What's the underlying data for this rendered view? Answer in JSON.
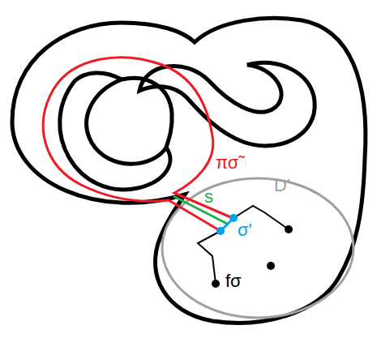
{
  "diagram": {
    "labels": [
      "πσ̃",
      "s",
      "D'",
      "σ'",
      "fσ"
    ]
  }
}
